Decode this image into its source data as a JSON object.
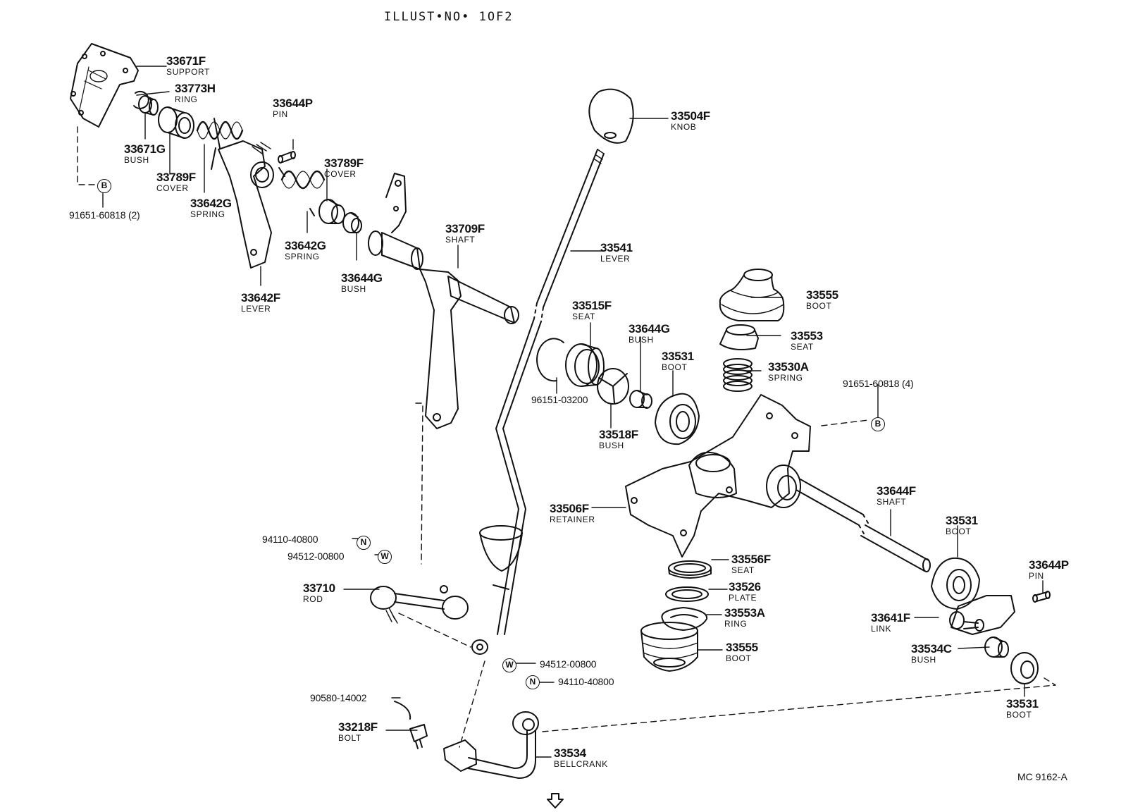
{
  "header": "ILLUST•NO• 1OF2",
  "figure_code": "MC 9162-A",
  "colors": {
    "ink": "#111111",
    "paper": "#ffffff"
  },
  "symbols": {
    "bolt": "B",
    "nut": "N",
    "washer": "W"
  },
  "next_page_icon": "down-arrow-icon",
  "parts": [
    {
      "pn": "33671F",
      "name": "SUPPORT"
    },
    {
      "pn": "33773H",
      "name": "RING"
    },
    {
      "pn": "33671G",
      "name": "BUSH"
    },
    {
      "pn": "33789F",
      "name": "COVER"
    },
    {
      "pn": "33642G",
      "name": "SPRING"
    },
    {
      "pn": "33644P",
      "name": "PIN"
    },
    {
      "pn": "33789F",
      "name": "COVER"
    },
    {
      "pn": "33642G",
      "name": "SPRING"
    },
    {
      "pn": "33644G",
      "name": "BUSH"
    },
    {
      "pn": "33642F",
      "name": "LEVER"
    },
    {
      "pn": "33709F",
      "name": "SHAFT"
    },
    {
      "pn": "33504F",
      "name": "KNOB"
    },
    {
      "pn": "33541",
      "name": "LEVER"
    },
    {
      "pn": "33515F",
      "name": "SEAT"
    },
    {
      "pn": "33644G",
      "name": "BUSH"
    },
    {
      "pn": "33531",
      "name": "BOOT"
    },
    {
      "pn": "33518F",
      "name": "BUSH"
    },
    {
      "pn": "33555",
      "name": "BOOT"
    },
    {
      "pn": "33553",
      "name": "SEAT"
    },
    {
      "pn": "33530A",
      "name": "SPRING"
    },
    {
      "pn": "33506F",
      "name": "RETAINER"
    },
    {
      "pn": "33644F",
      "name": "SHAFT"
    },
    {
      "pn": "33531",
      "name": "BOOT"
    },
    {
      "pn": "33556F",
      "name": "SEAT"
    },
    {
      "pn": "33526",
      "name": "PLATE"
    },
    {
      "pn": "33553A",
      "name": "RING"
    },
    {
      "pn": "33555",
      "name": "BOOT"
    },
    {
      "pn": "33644P",
      "name": "PIN"
    },
    {
      "pn": "33641F",
      "name": "LINK"
    },
    {
      "pn": "33534C",
      "name": "BUSH"
    },
    {
      "pn": "33531",
      "name": "BOOT"
    },
    {
      "pn": "33710",
      "name": "ROD"
    },
    {
      "pn": "33218F",
      "name": "BOLT"
    },
    {
      "pn": "33534",
      "name": "BELLCRANK"
    }
  ],
  "refs": [
    "91651-60818 (2)",
    "91651-60818 (4)",
    "96151-03200",
    "94110-40800",
    "94512-00800",
    "94512-00800",
    "94110-40800",
    "90580-14002"
  ]
}
